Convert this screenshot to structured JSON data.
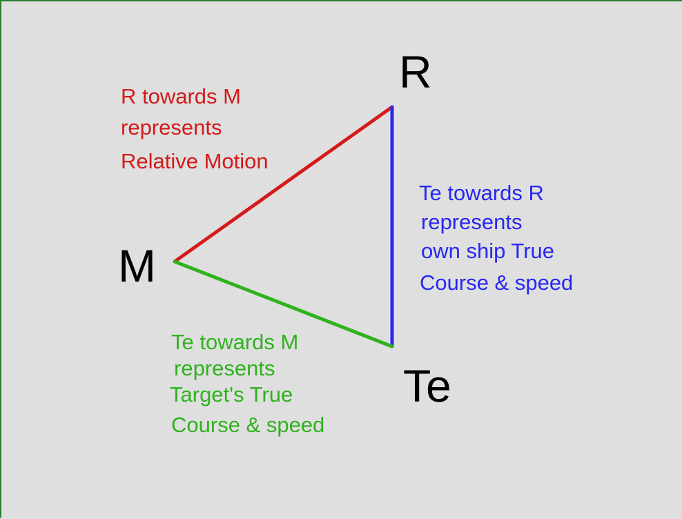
{
  "vertices": {
    "r": "R",
    "m": "M",
    "te": "Te"
  },
  "captions": {
    "relative_motion": [
      "R towards M",
      "represents",
      "Relative Motion"
    ],
    "own_ship": [
      "Te towards R",
      "represents",
      "own ship True",
      "Course & speed"
    ],
    "target": [
      "Te towards M",
      "represents",
      "Target's True",
      "Course & speed"
    ]
  },
  "colors": {
    "relative_motion": "#d41a1a",
    "own_ship": "#2727f0",
    "target": "#2fb21d"
  }
}
